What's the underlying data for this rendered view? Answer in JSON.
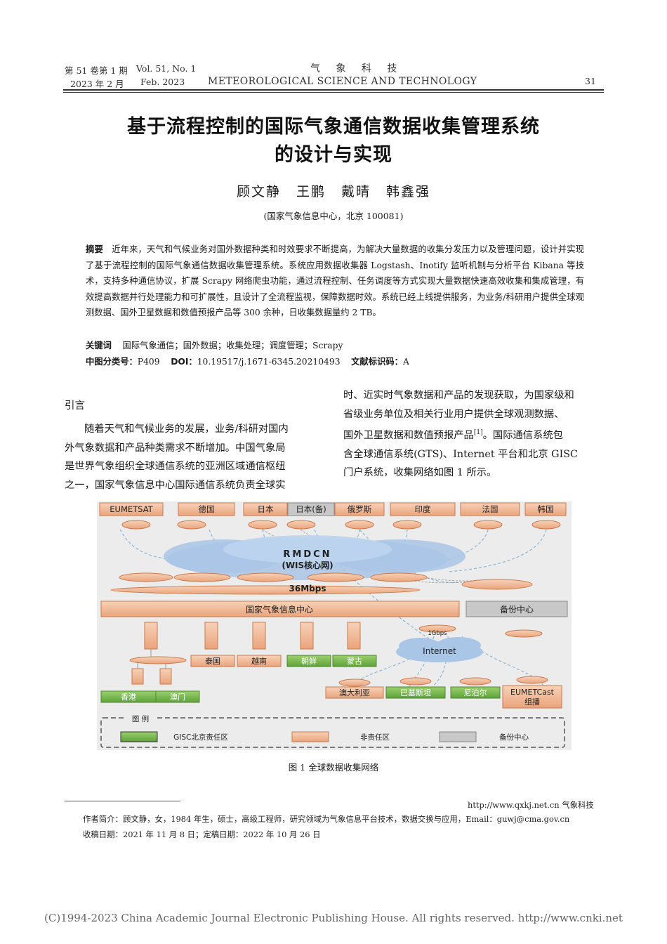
{
  "header": {
    "volume_cn": "第 51 卷第 1 期",
    "volume_en": "Vol. 51, No. 1",
    "date_cn": "2023 年 2 月",
    "date_en": "Feb. 2023",
    "journal_cn": "气 象 科 技",
    "journal_en": "METEOROLOGICAL SCIENCE AND TECHNOLOGY",
    "page_number": "31"
  },
  "title_line1": "基于流程控制的国际气象通信数据收集管理系统",
  "title_line2": "的设计与实现",
  "authors": "顾文静  王鹏  戴晴  韩鑫强",
  "affiliation": "(国家气象信息中心，北京 100081)",
  "abstract": {
    "label": "摘要",
    "text": "近年来，天气和气候业务对国外数据种类和时效要求不断提高，为解决大量数据的收集分发压力以及管理问题，设计并实现了基于流程控制的国际气象通信数据收集管理系统。系统应用数据收集器 Logstash、Inotify 监听机制与分析平台 Kibana 等技术，支持多种通信协议，扩展 Scrapy 网络爬虫功能，通过流程控制、任务调度等方式实现大量数据快速高效收集和集成管理，有效提高数据并行处理能力和可扩展性，且设计了全流程监视，保障数据时效。系统已经上线提供服务，为业务/科研用户提供全球观测数据、国外卫星数据和数值预报产品等 300 余种，日收集数据量约 2 TB。",
    "keywords_label": "关键词",
    "keywords": "国际气象通信；国外数据；收集处理；调度管理；Scrapy",
    "clc_label": "中图分类号：",
    "clc": "P409",
    "doi_label": "DOI：",
    "doi": "10.19517/j.1671-6345.20210493",
    "doc_code_label": "文献标识码：",
    "doc_code": "A"
  },
  "section_intro": "引言",
  "left_col_lines": [
    "随着天气和气候业务的发展，业务/科研对国内",
    "外气象数据和产品种类需求不断增加。中国气象局",
    "是世界气象组织全球通信系统的亚洲区域通信枢纽",
    "之一，国家气象信息中心国际通信系统负责全球实"
  ],
  "right_col_lines": [
    "时、近实时气象数据和产品的发现获取，为国家级和",
    "省级业务单位及相关行业用户提供全球观测数据、",
    "国外卫星数据和数值预报产品",
    "。国际通信系统包",
    "含全球通信系统(GTS)、Internet 平台和北京 GISC",
    "门户系统，收集网络如图 1 所示。"
  ],
  "ref_mark": "[1]",
  "figure": {
    "top_nodes": [
      "EUMETSAT",
      "德国",
      "日本",
      "日本(备)",
      "俄罗斯",
      "印度",
      "法国",
      "韩国"
    ],
    "cloud_line1": "RMDCN",
    "cloud_line2": "(WIS核心网)",
    "link_speed": "36Mbps",
    "main_center": "国家气象信息中心",
    "backup_center": "备份中心",
    "internet_speed": "1Gbps",
    "internet": "Internet",
    "mid_nodes": [
      "泰国",
      "越南",
      "朝鲜",
      "蒙古"
    ],
    "low_nodes": [
      "香港",
      "澳门"
    ],
    "internet_nodes": [
      "澳大利亚",
      "巴基斯坦",
      "尼泊尔"
    ],
    "eumetcast_line1": "EUMETCast",
    "eumetcast_line2": "组播",
    "legend_title": "图 例",
    "legend_items": [
      "GISC北京责任区",
      "非责任区",
      "备份中心"
    ],
    "colors": {
      "orange": "#f0b48e",
      "green": "#7dbb4f",
      "grey": "#c8c8c8",
      "cloud": "#a9c6e6",
      "line": "#8ab6d6"
    },
    "caption": "图 1   全球数据收集网络"
  },
  "footer": {
    "url": "http://www.qxkj.net.cn 气象科技",
    "author_bio": "作者简介：顾文静，女，1984 年生，硕士，高级工程师，研究领域为气象信息平台技术，数据交换与应用，Email：guwj@cma.gov.cn",
    "dates": "收稿日期：2021 年 11 月 8 日；定稿日期：2022 年 10 月 26 日",
    "copyright": "(C)1994-2023 China Academic Journal Electronic Publishing House. All rights reserved.    http://www.cnki.net"
  }
}
